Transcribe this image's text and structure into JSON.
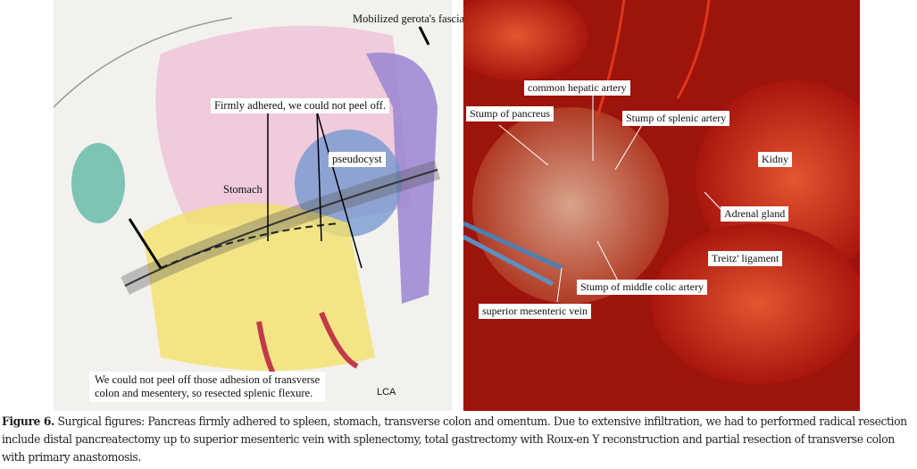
{
  "left_panel": {
    "labels": {
      "gerota": "Mobilized gerota's fascia",
      "firmly": "Firmly adhered, we could not peel off.",
      "pseudocyst": "pseudocyst",
      "stomach": "Stomach",
      "bottom_line1": "We could not peel off those adhesion of transverse",
      "bottom_line2": "colon and mesentery, so resected splenic flexure.",
      "lca": "LCA"
    }
  },
  "right_panel": {
    "labels": {
      "cha": "common hepatic artery",
      "pancreas": "Stump of pancreus",
      "splenic": "Stump of splenic artery",
      "kidney": "Kidny",
      "adrenal": "Adrenal gland",
      "treitz": "Treitz' ligament",
      "middle_colic": "Stump of middle colic artery",
      "smv": "superior mesenteric vein"
    }
  },
  "caption": {
    "label": "Figure 6.",
    "text": " Surgical figures: Pancreas firmly adhered to spleen, stomach, transverse colon and omentum. Due to extensive infiltration, we had to performed radical resection include distal pancreatectomy up to superior mesenteric vein with splenectomy, total gastrectomy with Roux-en Y reconstruction and partial resection of transverse colon with primary anastomosis."
  }
}
